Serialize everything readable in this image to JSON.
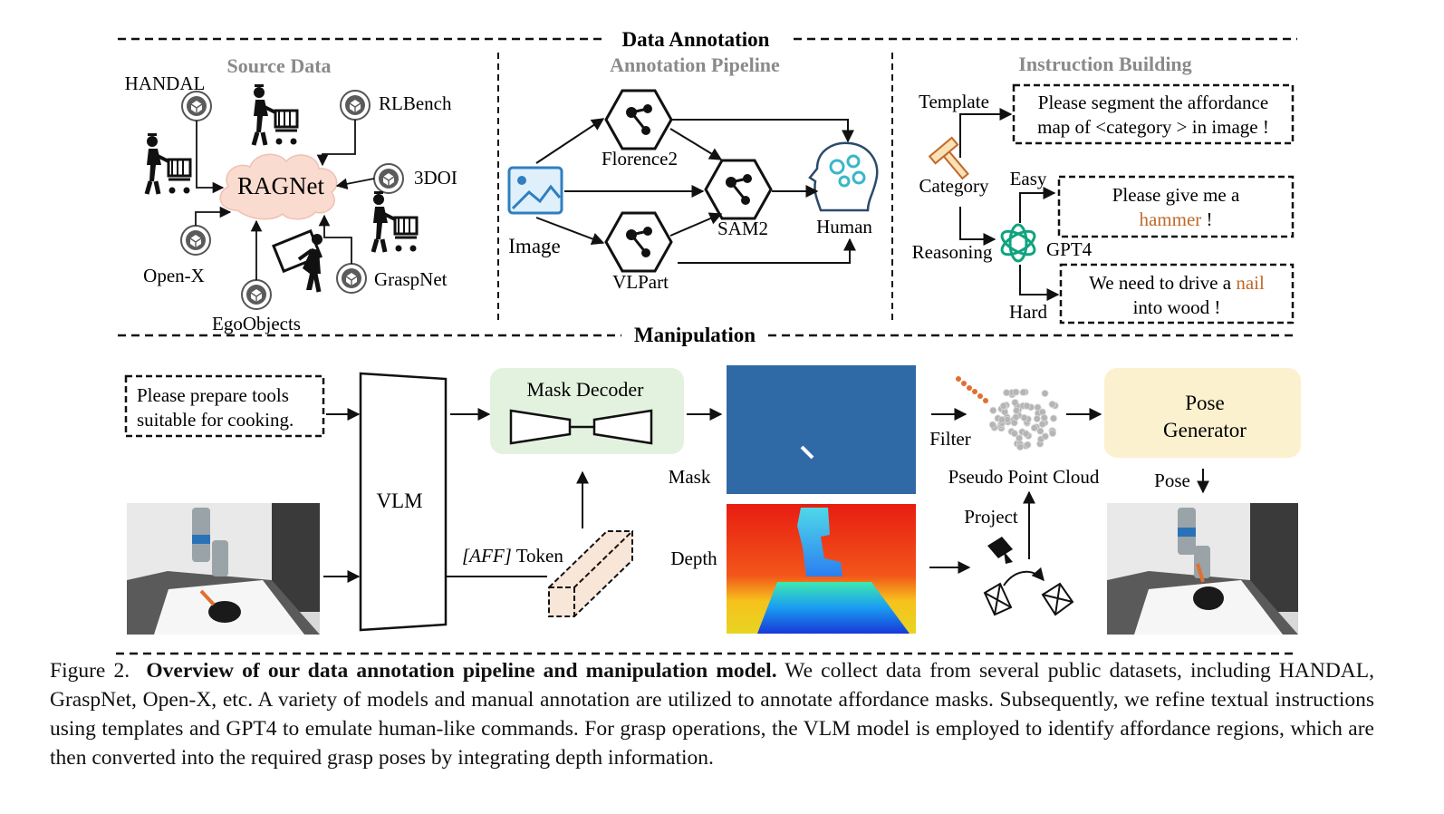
{
  "sections": {
    "data_annotation": "Data Annotation",
    "manipulation": "Manipulation"
  },
  "source_data": {
    "title": "Source Data",
    "center": "RAGNet",
    "datasets": [
      "HANDAL",
      "RLBench",
      "3DOI",
      "GraspNet",
      "EgoObjects",
      "Open-X"
    ]
  },
  "annotation_pipeline": {
    "title": "Annotation Pipeline",
    "image": "Image",
    "florence": "Florence2",
    "sam": "SAM2",
    "vlpart": "VLPart",
    "human": "Human"
  },
  "instruction_building": {
    "title": "Instruction Building",
    "template": "Template",
    "category": "Category",
    "reasoning": "Reasoning",
    "easy": "Easy",
    "hard": "Hard",
    "gpt": "GPT4",
    "template_text_1": "Please segment the affordance",
    "template_text_2": "map of <category > in image !",
    "easy_text_1": "Please give me a",
    "easy_word": "hammer",
    "easy_end": " !",
    "hard_text_1a": "We need to drive a ",
    "hard_word": "nail",
    "hard_text_2": "into wood !"
  },
  "manipulation": {
    "instruction_1": "Please prepare tools",
    "instruction_2": "suitable for cooking.",
    "vlm": "VLM",
    "mask_decoder": "Mask Decoder",
    "aff_token": "[AFF]",
    "token": " Token",
    "mask": "Mask",
    "depth": "Depth",
    "filter": "Filter",
    "pseudo_point_cloud": "Pseudo Point Cloud",
    "project": "Project",
    "pose_generator_1": "Pose",
    "pose_generator_2": "Generator",
    "pose": "Pose"
  },
  "caption": {
    "label": "Figure 2.",
    "bold": "Overview of our data annotation pipeline and manipulation model.",
    "text": "We collect data from several public datasets, including HANDAL, GraspNet, Open-X, etc. A variety of models and manual annotation are utilized to annotate affordance masks. Subsequently, we refine textual instructions using templates and GPT4 to emulate human-like commands. For grasp operations, the VLM model is employed to identify affordance regions, which are then converted into the required grasp poses by integrating depth information."
  },
  "colors": {
    "highlight_word": "#c0692a",
    "decoder_fill": "#e3f2df",
    "generator_fill": "#fbf1cf",
    "cloud_fill": "#fadbd0",
    "mask_blue": "#2f6aa6",
    "section_title_gray": "#8a8a8a"
  }
}
